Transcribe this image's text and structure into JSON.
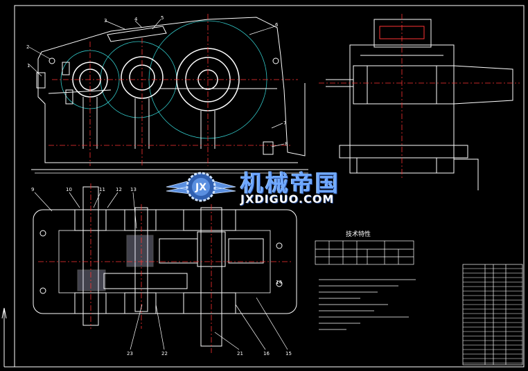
{
  "watermark": {
    "cn": "机械帝国",
    "en": "JXDIGUO.COM",
    "logo_letters": "JX"
  },
  "tech_table": {
    "title": "技术特性"
  },
  "part_labels": [
    "1",
    "2",
    "3",
    "4",
    "5",
    "6",
    "7",
    "8",
    "9",
    "10",
    "11",
    "12",
    "13",
    "14",
    "15",
    "16",
    "21",
    "22",
    "23"
  ],
  "colors": {
    "background": "#000000",
    "outline": "#ffffff",
    "center_line": "#ff3333",
    "pitch_circle": "#33cccc",
    "gear": "#ffffff",
    "fill_accent": "#d9d9ff",
    "watermark_blue": "#6fa8ff"
  }
}
